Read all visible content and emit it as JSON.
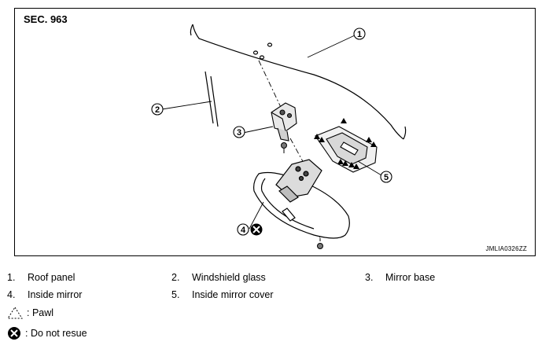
{
  "section_label": "SEC. 963",
  "drawing_code": "JMLIA0326ZZ",
  "callouts": [
    "1",
    "2",
    "3",
    "4",
    "5"
  ],
  "legend": [
    {
      "num": "1.",
      "label": "Roof panel"
    },
    {
      "num": "2.",
      "label": "Windshield glass"
    },
    {
      "num": "3.",
      "label": "Mirror base"
    },
    {
      "num": "4.",
      "label": "Inside mirror"
    },
    {
      "num": "5.",
      "label": "Inside mirror cover"
    }
  ],
  "symbols": [
    {
      "icon": "pawl-triangle-icon",
      "label": ": Pawl"
    },
    {
      "icon": "do-not-reuse-icon",
      "label": ": Do not resue"
    }
  ]
}
